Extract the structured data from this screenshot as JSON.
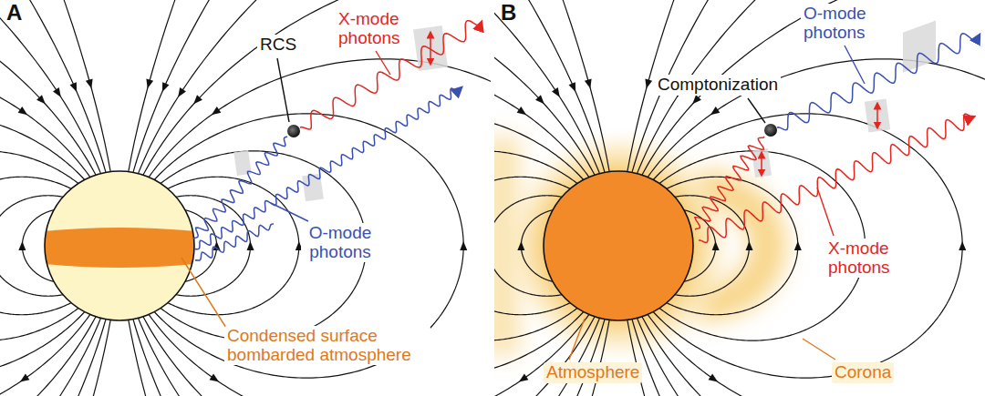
{
  "diagram": {
    "labels": [
      "A",
      "X-mode photons",
      "RCS",
      "O-mode photons",
      "Condensed surface bombarded atmosphere",
      "B",
      "O-mode photons",
      "Comptonization",
      "X-mode photons",
      "Atmosphere",
      "Corona"
    ]
  }
}
